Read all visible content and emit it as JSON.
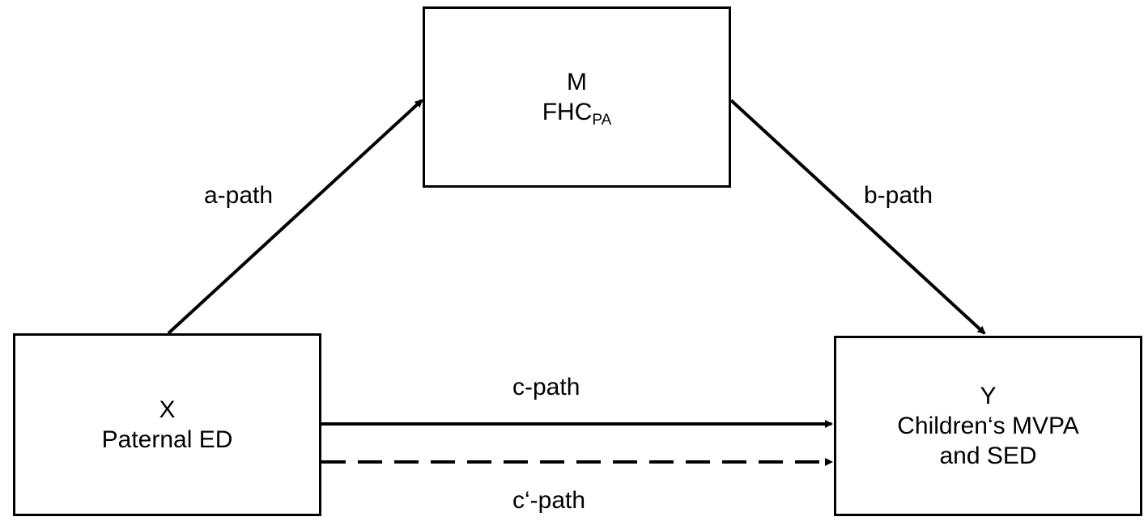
{
  "nodes": {
    "mediator": {
      "letter": "M",
      "name": "FHC",
      "name_subscript": "PA"
    },
    "predictor": {
      "letter": "X",
      "name": "Paternal ED"
    },
    "outcome": {
      "letter": "Y",
      "line1": "Children‘s MVPA",
      "line2": "and SED"
    }
  },
  "paths": {
    "a": "a-path",
    "b": "b-path",
    "c": "c-path",
    "c_prime": "c‘-path"
  }
}
